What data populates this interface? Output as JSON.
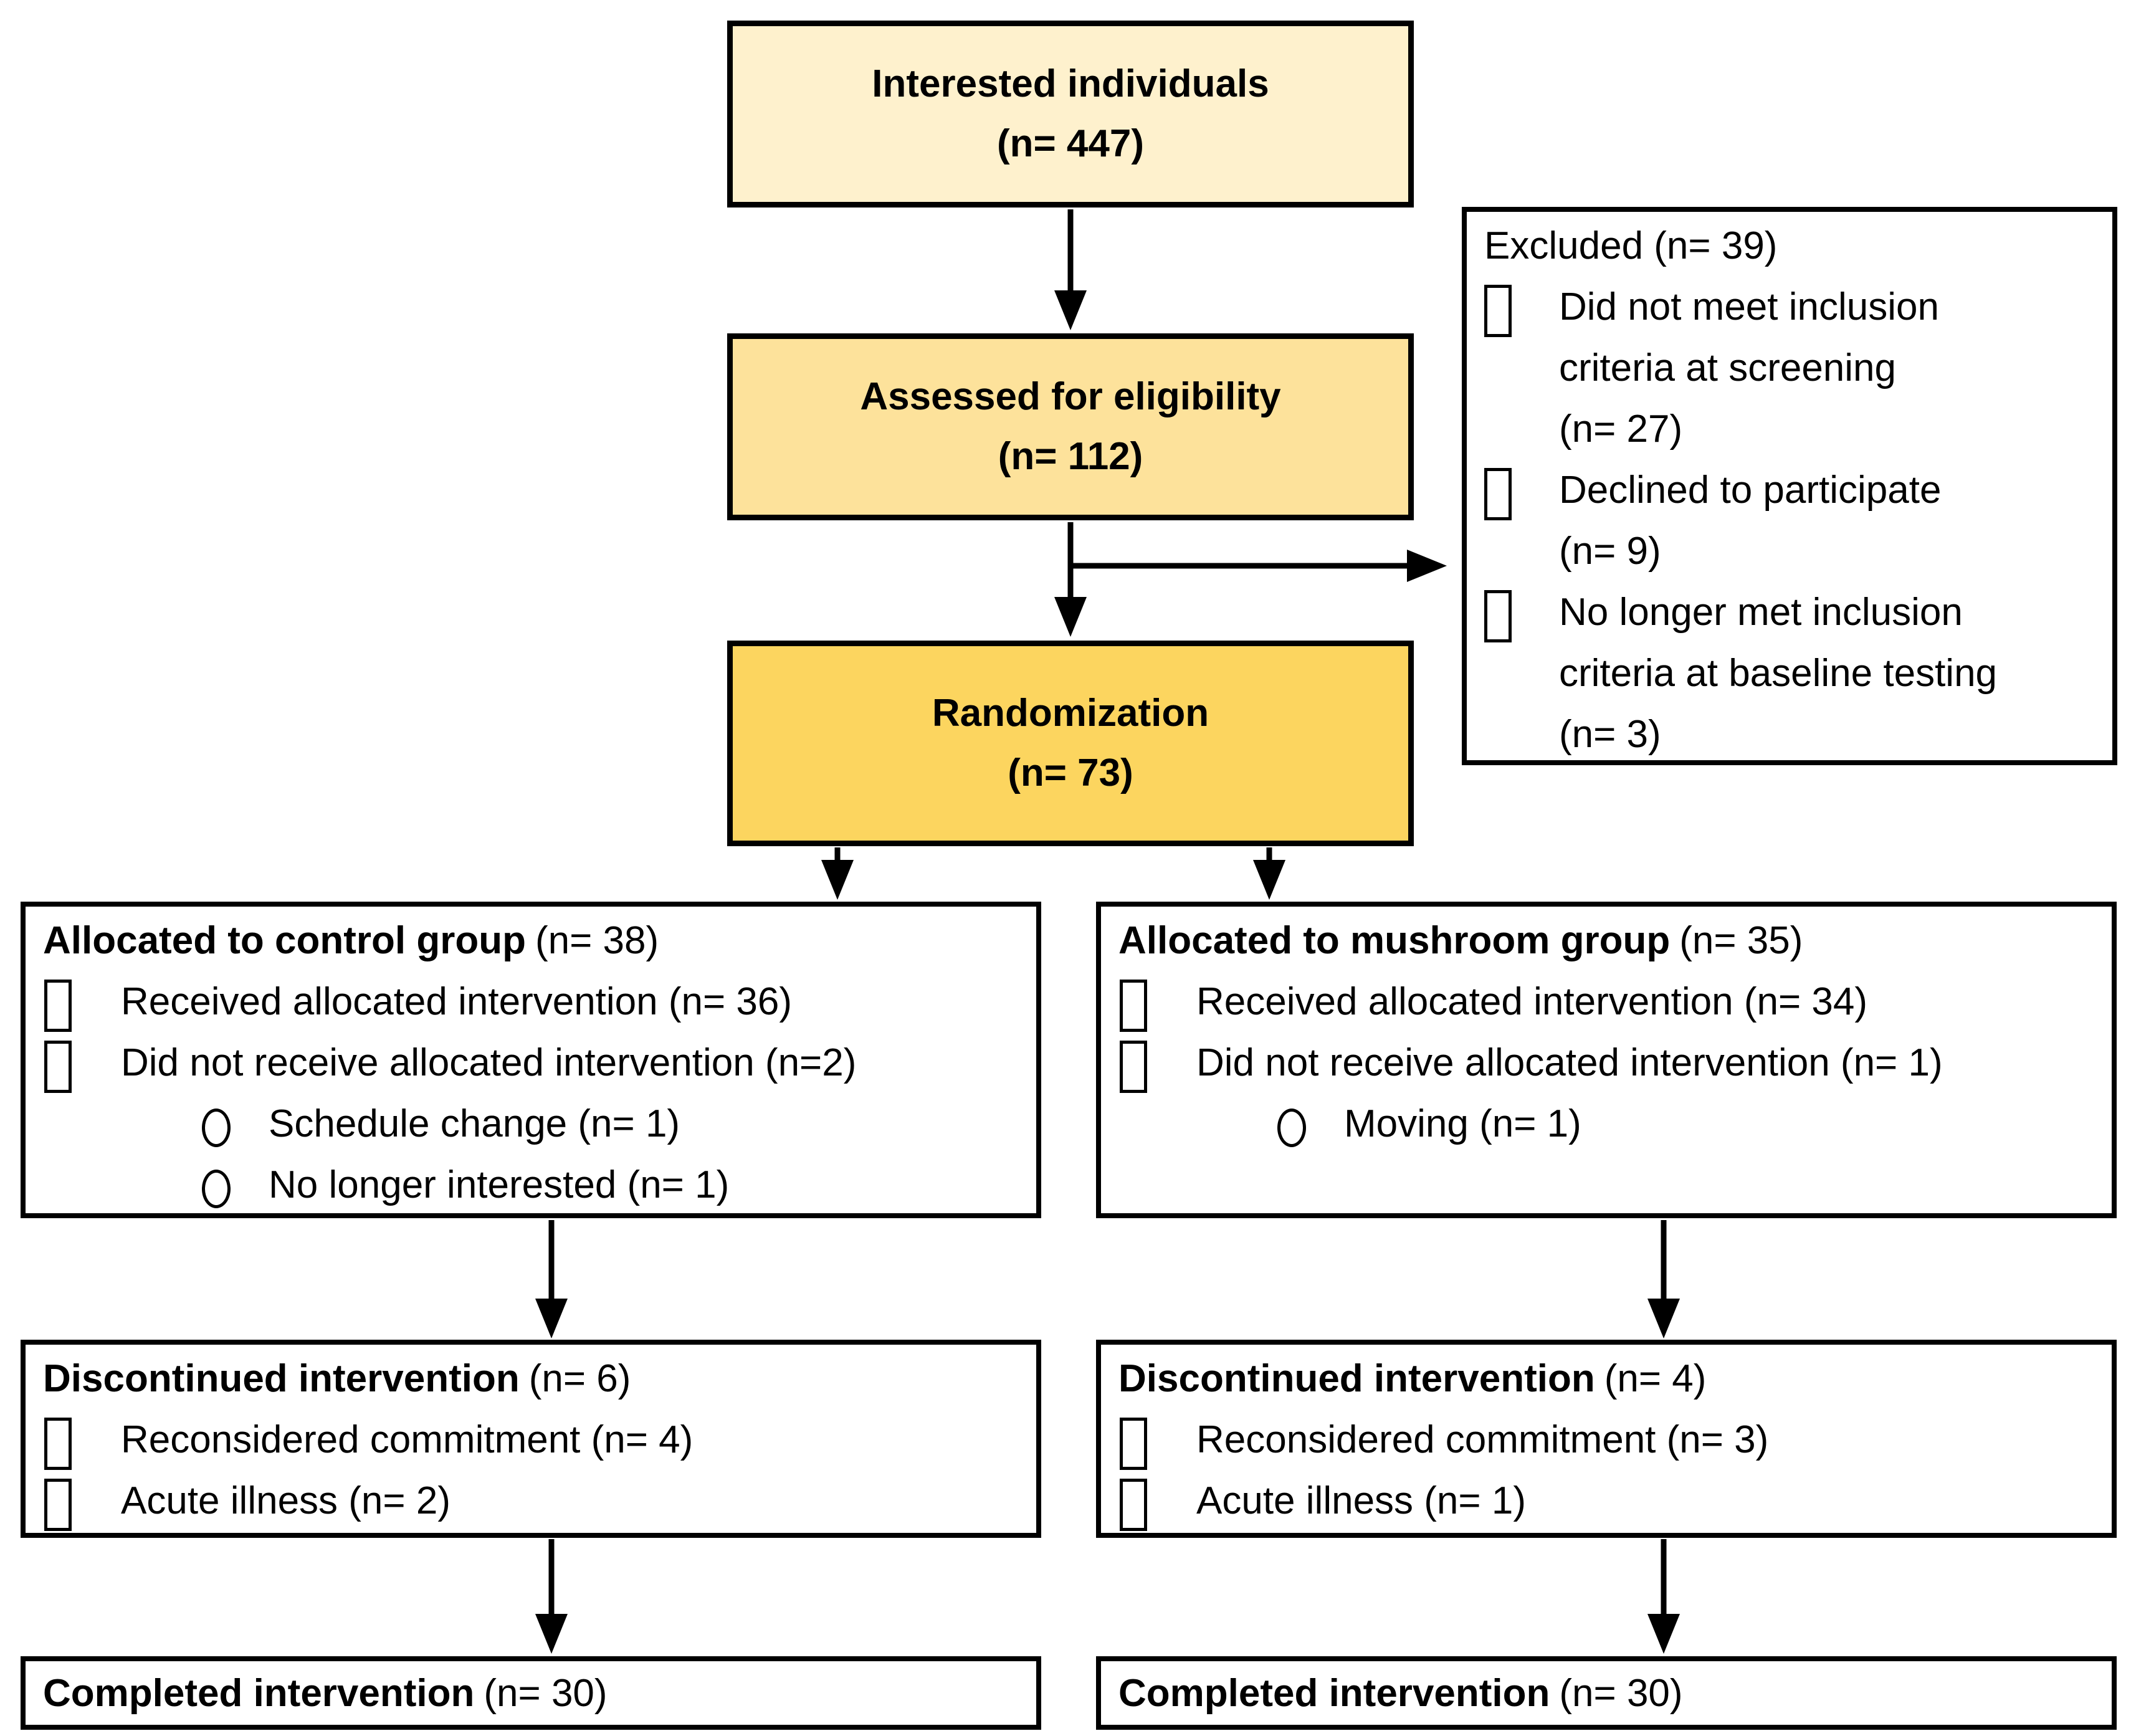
{
  "diagram_type": "consort-participant-flow",
  "colors": {
    "stage1_fill": "#FEF1CD",
    "stage2_fill": "#FDE29B",
    "stage3_fill": "#FCD55F",
    "box_border": "#000000",
    "background": "#FFFFFF"
  },
  "boxes": {
    "interested": {
      "line1": "Interested individuals",
      "line2": "(n= 447)"
    },
    "assessed": {
      "line1": "Assessed for eligibility",
      "line2": "(n= 112)"
    },
    "randomization": {
      "line1": "Randomization",
      "line2": "(n= 73)"
    },
    "excluded": {
      "title": "Excluded (n= 39)",
      "items": [
        "Did not meet inclusion\ncriteria at screening\n(n= 27)",
        "Declined to participate\n(n= 9)",
        "No longer met inclusion\ncriteria at baseline testing\n(n= 3)"
      ]
    },
    "alloc_control": {
      "title_bold": "Allocated to control group",
      "title_n": "(n= 38)",
      "items": [
        "Received allocated intervention (n= 36)",
        "Did not receive allocated intervention (n=2)"
      ],
      "sub_items": [
        "Schedule change (n= 1)",
        "No longer interested (n= 1)"
      ]
    },
    "alloc_mushroom": {
      "title_bold": "Allocated to mushroom group",
      "title_n": "(n= 35)",
      "items": [
        "Received allocated intervention (n= 34)",
        "Did not receive allocated intervention (n= 1)"
      ],
      "sub_items": [
        "Moving (n= 1)"
      ]
    },
    "disc_control": {
      "title_bold": "Discontinued intervention",
      "title_n": "(n= 6)",
      "items": [
        "Reconsidered commitment (n= 4)",
        "Acute illness (n= 2)"
      ]
    },
    "disc_mushroom": {
      "title_bold": "Discontinued intervention",
      "title_n": "(n= 4)",
      "items": [
        "Reconsidered commitment (n= 3)",
        "Acute illness (n= 1)"
      ]
    },
    "completed_control": {
      "title_bold": "Completed intervention",
      "title_n": "(n= 30)"
    },
    "completed_mushroom": {
      "title_bold": "Completed intervention",
      "title_n": "(n= 30)"
    }
  }
}
